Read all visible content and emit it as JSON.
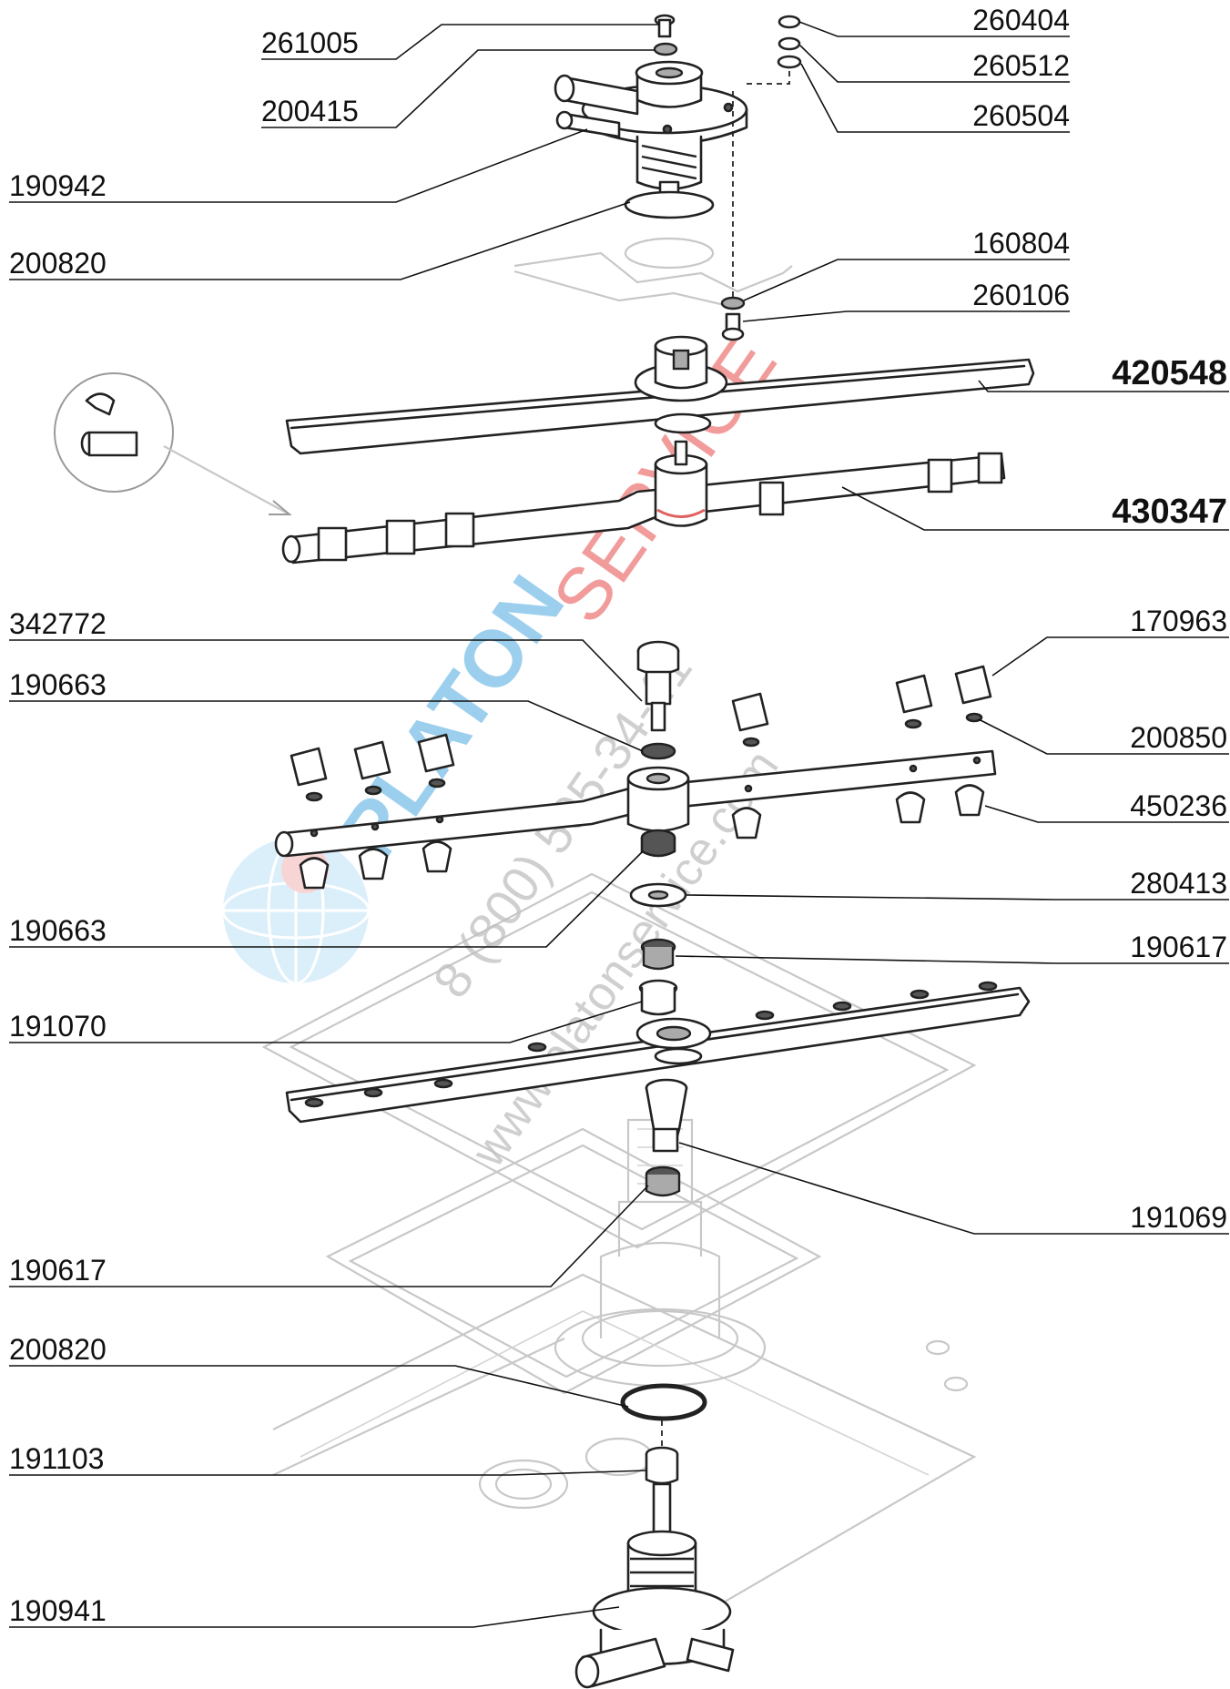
{
  "labels": {
    "p261005": "261005",
    "p200415": "200415",
    "p190942": "190942",
    "p200820_top": "200820",
    "p260404": "260404",
    "p260512": "260512",
    "p260504": "260504",
    "p160804": "160804",
    "p260106": "260106",
    "p420548": "420548",
    "p430347": "430347",
    "p342772": "342772",
    "p190663_top": "190663",
    "p170963": "170963",
    "p200850": "200850",
    "p450236": "450236",
    "p280413": "280413",
    "p190663_bottom": "190663",
    "p190617_top": "190617",
    "p191070": "191070",
    "p191069": "191069",
    "p190617_bottom": "190617",
    "p200820_bottom": "200820",
    "p191103": "191103",
    "p190941": "190941"
  },
  "watermark": {
    "brand_blue": "PLATON",
    "brand_red": "SERVICE",
    "phone": "8 (800) 505-34-41",
    "site": "www.platonservice.com"
  },
  "colors": {
    "text": "#111111",
    "line": "#222222",
    "background_drawing": "#c8c8c8",
    "watermark_blue": "#4aa8e0",
    "watermark_red": "#e84b4b",
    "watermark_gray": "#c0c0c0"
  },
  "icons": {
    "detail_callout": "clip-detail-icon",
    "globe": "globe-logo-icon"
  }
}
